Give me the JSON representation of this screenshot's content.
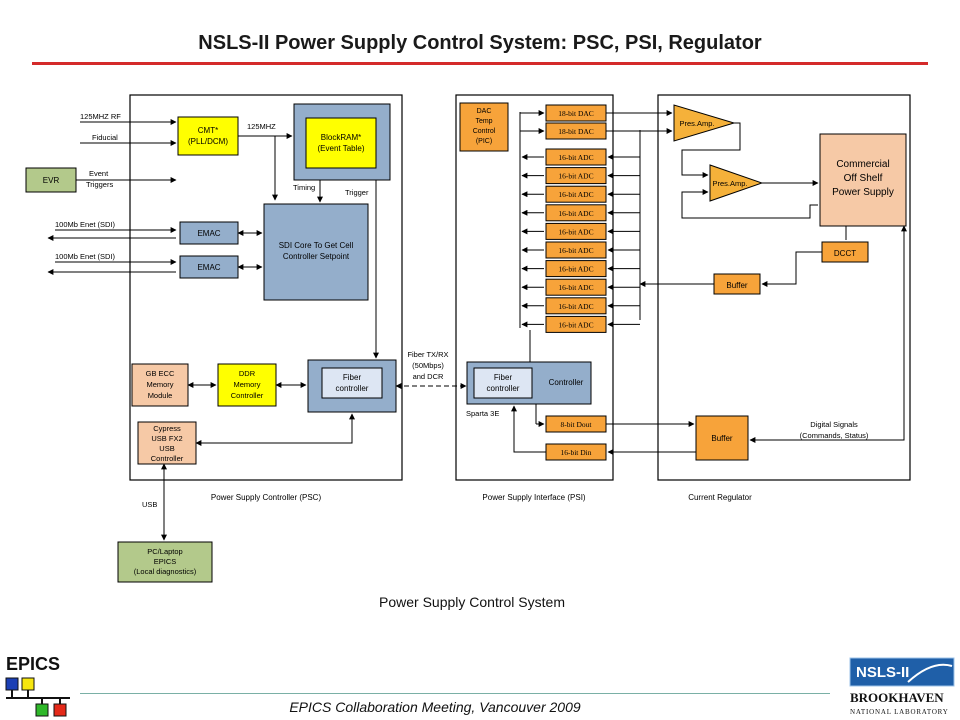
{
  "slide": {
    "title": "NSLS-II Power Supply Control System: PSC, PSI, Regulator",
    "caption": "Power Supply Control System",
    "footer": "EPICS Collaboration Meeting, Vancouver 2009",
    "epics_logo_text": "EPICS",
    "nsls_logo_text": "NSLS-II",
    "bnl_logo_text": "BROOKHAVEN",
    "bnl_logo_subtext": "NATIONAL LABORATORY"
  },
  "colors": {
    "title_rule": "#d42a2a",
    "psc_block": "#94aecb",
    "fpga_yellow": "#ffff00",
    "psi_orange": "#f7a33a",
    "amp_orange": "#f5b13a",
    "green_block": "#b3c98b",
    "peach_block": "#f6c9a6",
    "light_blue": "#dde6f3"
  },
  "diagram": {
    "inputs": {
      "rf": "125MHZ RF",
      "fiducial": "Fiducial",
      "event_triggers_1": "Event",
      "event_triggers_2": "Triggers",
      "enet1": "100Mb Enet (SDI)",
      "enet2": "100Mb Enet (SDI)",
      "usb": "USB",
      "clk_125": "125MHZ",
      "timing": "Timing",
      "trigger": "Trigger"
    },
    "blocks": {
      "evr": "EVR",
      "cmt_1": "CMT*",
      "cmt_2": "(PLL/DCM)",
      "blockram_1": "BlockRAM*",
      "blockram_2": "(Event Table)",
      "emac1": "EMAC",
      "emac2": "EMAC",
      "sdi_1": "SDI Core To Get Cell",
      "sdi_2": "Controller Setpoint",
      "gbecc_1": "GB ECC",
      "gbecc_2": "Memory",
      "gbecc_3": "Module",
      "ddr_1": "DDR",
      "ddr_2": "Memory",
      "ddr_3": "Controller",
      "fiber_psc_1": "Fiber",
      "fiber_psc_2": "controller",
      "cypress_1": "Cypress",
      "cypress_2": "USB FX2",
      "cypress_3": "USB",
      "cypress_4": "Controller",
      "pc_1": "PC/Laptop",
      "pc_2": "EPICS",
      "pc_3": "(Local diagnostics)",
      "dac_temp_1": "DAC",
      "dac_temp_2": "Temp",
      "dac_temp_3": "Control",
      "dac_temp_4": "(PIC)",
      "dac18_a": "18-bit DAC",
      "dac18_b": "18-bit DAC",
      "adc16": [
        "16-bit ADC",
        "16-bit ADC",
        "16-bit ADC",
        "16-bit ADC",
        "16-bit ADC",
        "16-bit ADC",
        "16-bit ADC",
        "16-bit ADC",
        "16-bit ADC",
        "16-bit ADC"
      ],
      "fiber_psi_1": "Fiber",
      "fiber_psi_2": "controller",
      "controller": "Controller",
      "sparta": "Sparta 3E",
      "dout": "8-bit Dout",
      "din": "16-bit Din",
      "preamp1": "Pres.Amp.",
      "preamp2": "Pres.Amp.",
      "cots_1": "Commercial",
      "cots_2": "Off Shelf",
      "cots_3": "Power Supply",
      "dcct": "DCCT",
      "buffer_top": "Buffer",
      "buffer_bottom": "Buffer"
    },
    "links": {
      "fiber_1": "Fiber TX/RX",
      "fiber_2": "(50Mbps)",
      "fiber_3": "and DCR",
      "digital_1": "Digital Signals",
      "digital_2": "(Commands, Status)"
    },
    "sections": {
      "psc": "Power Supply Controller (PSC)",
      "psi": "Power Supply Interface (PSI)",
      "regulator": "Current Regulator"
    }
  }
}
